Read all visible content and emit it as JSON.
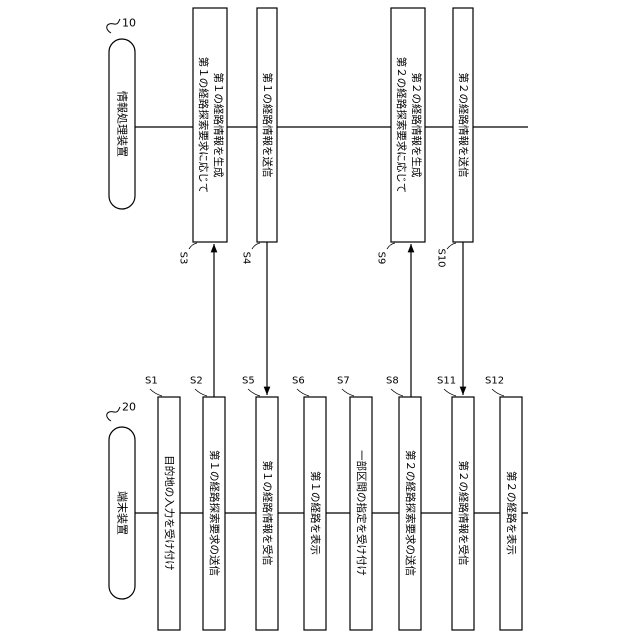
{
  "diagram": {
    "server": {
      "label": "情報処理装置",
      "ref": "10"
    },
    "terminal": {
      "label": "端末装置",
      "ref": "20"
    },
    "server_steps": [
      {
        "id": "S3",
        "label": "第１の経路探索要求に応じて",
        "label2": "第１の経路情報を生成"
      },
      {
        "id": "S4",
        "label": "第１の経路情報を送信",
        "label2": ""
      },
      {
        "id": "S9",
        "label": "第２の経路探索要求に応じて",
        "label2": "第２の経路情報を生成"
      },
      {
        "id": "S10",
        "label": "第２の経路情報を送信",
        "label2": ""
      }
    ],
    "terminal_steps": [
      {
        "id": "S1",
        "label": "目的地の入力を受け付け"
      },
      {
        "id": "S2",
        "label": "第１の経路探索要求の送信"
      },
      {
        "id": "S5",
        "label": "第１の経路情報を受信"
      },
      {
        "id": "S6",
        "label": "第１の経路を表示"
      },
      {
        "id": "S7",
        "label": "一部区間の指定を受け付け"
      },
      {
        "id": "S8",
        "label": "第２の経路探索要求の送信"
      },
      {
        "id": "S11",
        "label": "第２の経路情報を受信"
      },
      {
        "id": "S12",
        "label": "第２の経路を表示"
      }
    ],
    "messages": [
      {
        "from": "S2",
        "to": "S3"
      },
      {
        "from": "S4",
        "to": "S5"
      },
      {
        "from": "S8",
        "to": "S9"
      },
      {
        "from": "S10",
        "to": "S11"
      }
    ]
  }
}
